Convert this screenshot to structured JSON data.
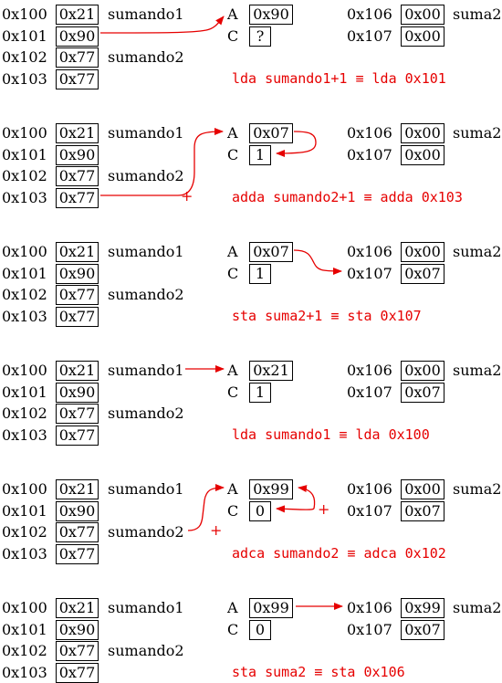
{
  "panels": [
    {
      "mem": [
        {
          "addr": "0x100",
          "val": "0x21",
          "label": "sumando1"
        },
        {
          "addr": "0x101",
          "val": "0x90",
          "label": ""
        },
        {
          "addr": "0x102",
          "val": "0x77",
          "label": "sumando2"
        },
        {
          "addr": "0x103",
          "val": "0x77",
          "label": ""
        }
      ],
      "regs": {
        "a_label": "A",
        "a_val": "0x90",
        "c_label": "C",
        "c_val": "?"
      },
      "out": [
        {
          "addr": "0x106",
          "val": "0x00",
          "label": "suma2"
        },
        {
          "addr": "0x107",
          "val": "0x00"
        }
      ],
      "instruction": "lda sumando1+1 ≡ lda 0x101",
      "plus_signs": []
    },
    {
      "mem": [
        {
          "addr": "0x100",
          "val": "0x21",
          "label": "sumando1"
        },
        {
          "addr": "0x101",
          "val": "0x90",
          "label": ""
        },
        {
          "addr": "0x102",
          "val": "0x77",
          "label": "sumando2"
        },
        {
          "addr": "0x103",
          "val": "0x77",
          "label": ""
        }
      ],
      "regs": {
        "a_label": "A",
        "a_val": "0x07",
        "c_label": "C",
        "c_val": "1"
      },
      "out": [
        {
          "addr": "0x106",
          "val": "0x00",
          "label": "suma2"
        },
        {
          "addr": "0x107",
          "val": "0x00"
        }
      ],
      "instruction": "adda sumando2+1 ≡ adda 0x103",
      "plus_signs": [
        "+"
      ]
    },
    {
      "mem": [
        {
          "addr": "0x100",
          "val": "0x21",
          "label": "sumando1"
        },
        {
          "addr": "0x101",
          "val": "0x90",
          "label": ""
        },
        {
          "addr": "0x102",
          "val": "0x77",
          "label": "sumando2"
        },
        {
          "addr": "0x103",
          "val": "0x77",
          "label": ""
        }
      ],
      "regs": {
        "a_label": "A",
        "a_val": "0x07",
        "c_label": "C",
        "c_val": "1"
      },
      "out": [
        {
          "addr": "0x106",
          "val": "0x00",
          "label": "suma2"
        },
        {
          "addr": "0x107",
          "val": "0x07"
        }
      ],
      "instruction": "sta suma2+1 ≡ sta 0x107",
      "plus_signs": []
    },
    {
      "mem": [
        {
          "addr": "0x100",
          "val": "0x21",
          "label": "sumando1"
        },
        {
          "addr": "0x101",
          "val": "0x90",
          "label": ""
        },
        {
          "addr": "0x102",
          "val": "0x77",
          "label": "sumando2"
        },
        {
          "addr": "0x103",
          "val": "0x77",
          "label": ""
        }
      ],
      "regs": {
        "a_label": "A",
        "a_val": "0x21",
        "c_label": "C",
        "c_val": "1"
      },
      "out": [
        {
          "addr": "0x106",
          "val": "0x00",
          "label": "suma2"
        },
        {
          "addr": "0x107",
          "val": "0x07"
        }
      ],
      "instruction": "lda sumando1 ≡ lda 0x100",
      "plus_signs": []
    },
    {
      "mem": [
        {
          "addr": "0x100",
          "val": "0x21",
          "label": "sumando1"
        },
        {
          "addr": "0x101",
          "val": "0x90",
          "label": ""
        },
        {
          "addr": "0x102",
          "val": "0x77",
          "label": "sumando2"
        },
        {
          "addr": "0x103",
          "val": "0x77",
          "label": ""
        }
      ],
      "regs": {
        "a_label": "A",
        "a_val": "0x99",
        "c_label": "C",
        "c_val": "0"
      },
      "out": [
        {
          "addr": "0x106",
          "val": "0x00",
          "label": "suma2"
        },
        {
          "addr": "0x107",
          "val": "0x07"
        }
      ],
      "instruction": "adca sumando2 ≡ adca 0x102",
      "plus_signs": [
        "+",
        "+"
      ]
    },
    {
      "mem": [
        {
          "addr": "0x100",
          "val": "0x21",
          "label": "sumando1"
        },
        {
          "addr": "0x101",
          "val": "0x90",
          "label": ""
        },
        {
          "addr": "0x102",
          "val": "0x77",
          "label": "sumando2"
        },
        {
          "addr": "0x103",
          "val": "0x77",
          "label": ""
        }
      ],
      "regs": {
        "a_label": "A",
        "a_val": "0x99",
        "c_label": "C",
        "c_val": "0"
      },
      "out": [
        {
          "addr": "0x106",
          "val": "0x99",
          "label": "suma2"
        },
        {
          "addr": "0x107",
          "val": "0x07"
        }
      ],
      "instruction": "sta suma2 ≡ sta 0x106",
      "plus_signs": []
    }
  ],
  "colors": {
    "accent": "#e60000",
    "ink": "#000000"
  }
}
